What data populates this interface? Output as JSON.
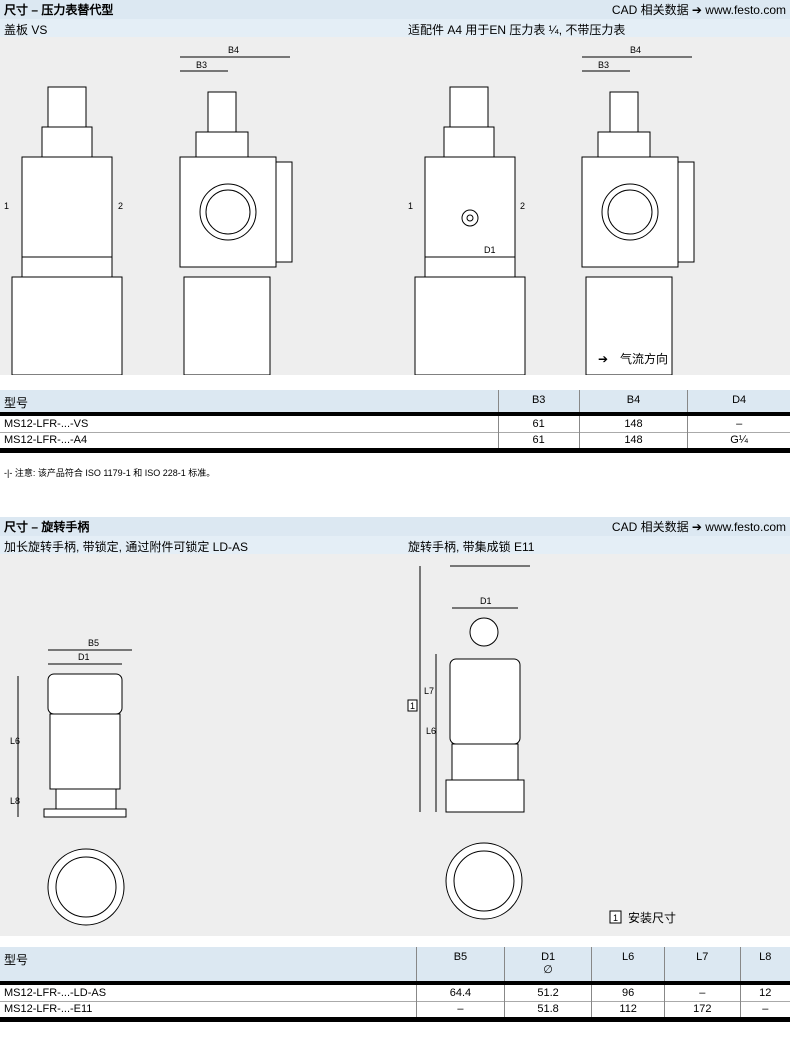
{
  "section1": {
    "title": "尺寸 – 压力表替代型",
    "cad": "CAD 相关数据 ➔ www.festo.com",
    "sub_left": "盖板 VS",
    "sub_right": "适配件 A4 用于EN 压力表 ¼, 不带压力表",
    "labels": {
      "b4": "B4",
      "b3": "B3",
      "d1": "D1",
      "port1": "1",
      "port2": "2",
      "flow": "气流方向",
      "flow_arrow": "➔"
    },
    "table": {
      "headers": [
        "型号",
        "B3",
        "B4",
        "D4"
      ],
      "rows": [
        [
          "MS12-LFR-...-VS",
          "61",
          "148",
          "–"
        ],
        [
          "MS12-LFR-...-A4",
          "61",
          "148",
          "G¼"
        ]
      ]
    },
    "note": "-|-  注意:  该产品符合 ISO 1179-1 和 ISO 228-1 标准。"
  },
  "section2": {
    "title": "尺寸 – 旋转手柄",
    "cad": "CAD 相关数据 ➔ www.festo.com",
    "sub_left": "加长旋转手柄, 带锁定, 通过附件可锁定 LD-AS",
    "sub_right": "旋转手柄, 带集成锁 E11",
    "labels": {
      "b5": "B5",
      "d1": "D1",
      "l6": "L6",
      "l7": "L7",
      "l8": "L8",
      "box1": "1",
      "install": "安装尺寸"
    },
    "table": {
      "headers": [
        "型号",
        "B5",
        "D1",
        "L6",
        "L7",
        "L8"
      ],
      "d1_sub": "∅",
      "rows": [
        [
          "MS12-LFR-...-LD-AS",
          "64.4",
          "51.2",
          "96",
          "–",
          "12"
        ],
        [
          "MS12-LFR-...-E11",
          "–",
          "51.8",
          "112",
          "172",
          "–"
        ]
      ]
    }
  }
}
